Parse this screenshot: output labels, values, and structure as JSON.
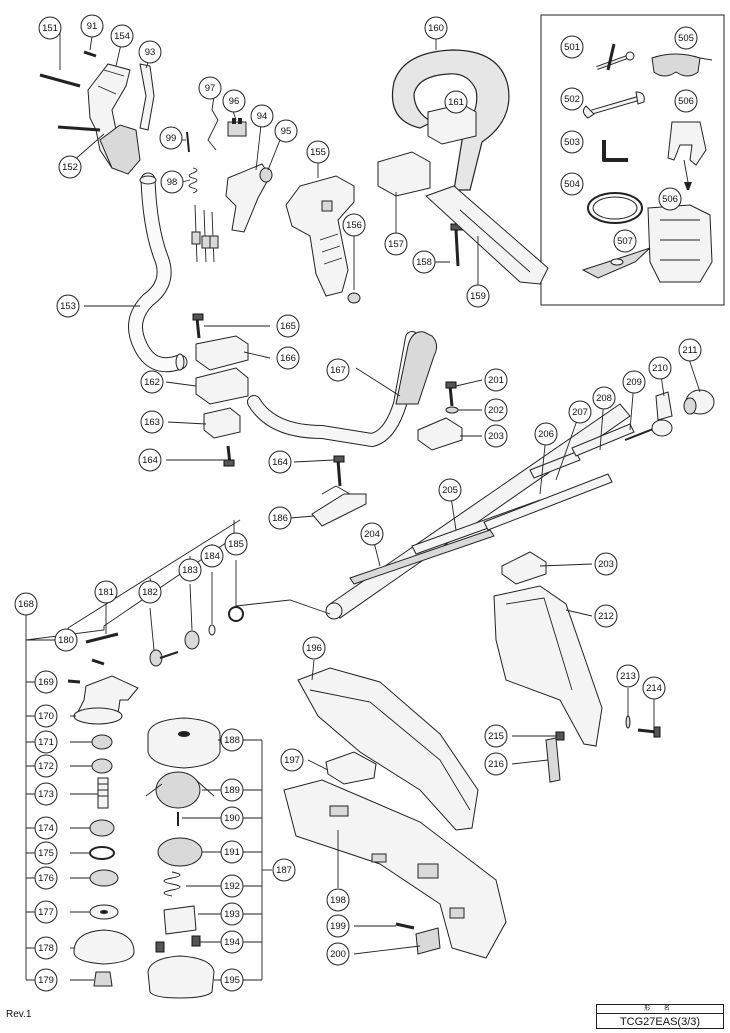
{
  "footer": {
    "revision": "Rev.1",
    "model_header": "形 名",
    "model": "TCG27EAS(3/3)"
  },
  "part_numbers": {
    "p151": "151",
    "p91": "91",
    "p154": "154",
    "p93": "93",
    "p152": "152",
    "p97": "97",
    "p96": "96",
    "p94": "94",
    "p95": "95",
    "p99": "99",
    "p98": "98",
    "p155": "155",
    "p156": "156",
    "p153": "153",
    "p160": "160",
    "p161": "161",
    "p157": "157",
    "p158": "158",
    "p159": "159",
    "p501": "501",
    "p505": "505",
    "p502": "502",
    "p506a": "506",
    "p503": "503",
    "p504": "504",
    "p506b": "506",
    "p507": "507",
    "p165": "165",
    "p166": "166",
    "p162": "162",
    "p163": "163",
    "p164a": "164",
    "p167": "167",
    "p164b": "164",
    "p186": "186",
    "p201": "201",
    "p202": "202",
    "p203a": "203",
    "p211": "211",
    "p210": "210",
    "p209": "209",
    "p208": "208",
    "p207": "207",
    "p206": "206",
    "p205": "205",
    "p204": "204",
    "p203b": "203",
    "p212": "212",
    "p213": "213",
    "p214": "214",
    "p215": "215",
    "p216": "216",
    "p168": "168",
    "p181": "181",
    "p180": "180",
    "p182": "182",
    "p183": "183",
    "p184": "184",
    "p185": "185",
    "p169": "169",
    "p170": "170",
    "p171": "171",
    "p172": "172",
    "p173": "173",
    "p174": "174",
    "p175": "175",
    "p176": "176",
    "p177": "177",
    "p178": "178",
    "p179": "179",
    "p188": "188",
    "p189": "189",
    "p190": "190",
    "p191": "191",
    "p192": "192",
    "p193": "193",
    "p194": "194",
    "p195": "195",
    "p187": "187",
    "p196": "196",
    "p197": "197",
    "p198": "198",
    "p199": "199",
    "p200": "200"
  }
}
